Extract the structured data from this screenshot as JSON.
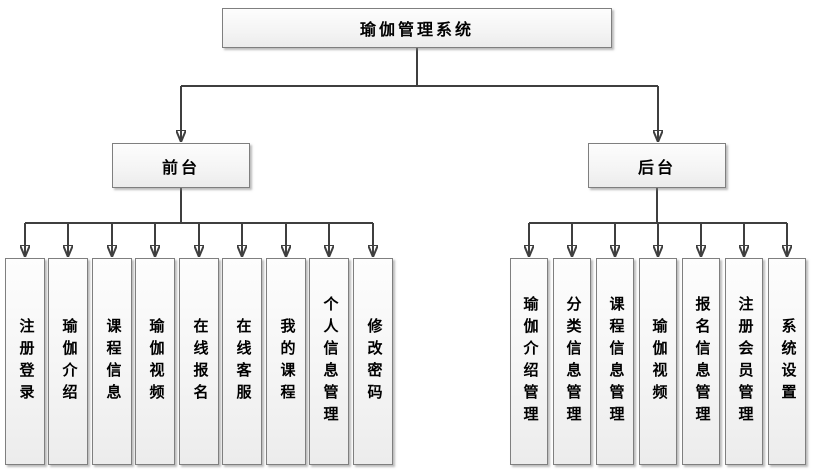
{
  "diagram": {
    "root": {
      "label": "瑜伽管理系统"
    },
    "frontend": {
      "label": "前台",
      "items": [
        "注册登录",
        "瑜伽介绍",
        "课程信息",
        "瑜伽视频",
        "在线报名",
        "在线客服",
        "我的课程",
        "个人信息管理",
        "修改密码"
      ]
    },
    "backend": {
      "label": "后台",
      "items": [
        "瑜伽介绍管理",
        "分类信息管理",
        "课程信息管理",
        "瑜伽视频",
        "报名信息管理",
        "注册会员管理",
        "系统设置"
      ]
    },
    "colors": {
      "connector": "#3f3f3f",
      "box_border": "#7f7f7f",
      "box_fill": "#f4f4f4",
      "text": "#000000"
    }
  }
}
